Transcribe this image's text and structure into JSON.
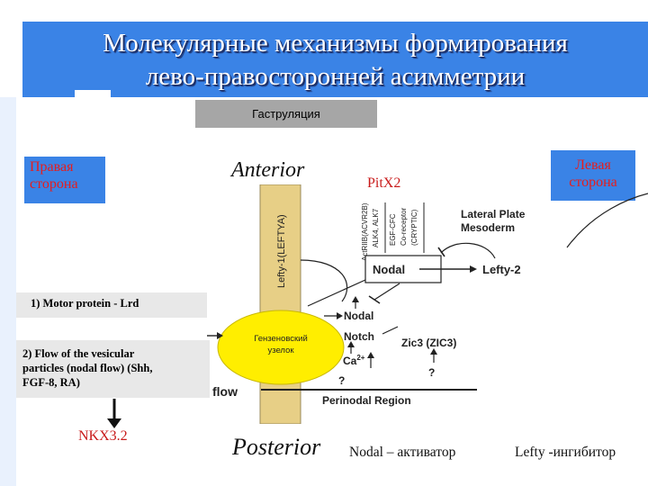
{
  "title": {
    "line1": "Молекулярные механизмы формирования",
    "line2": "лево-правосторонней асимметрии"
  },
  "gastrulation_label": "Гаструляция",
  "right_side_label": {
    "line1": "Правая",
    "line2": "сторона"
  },
  "left_side_label": {
    "line1": "Левая",
    "line2": "сторона"
  },
  "axis": {
    "anterior": "Anterior",
    "posterior": "Posterior"
  },
  "pitx2_label": "PitX2",
  "figure": {
    "rod_label": "Lefty-1(LEFTYA)",
    "node_label": {
      "line1": "Гензеновский",
      "line2": "узелок"
    },
    "receptor_labels": [
      "ActRIIB(ACVR2B)",
      "ALK4, ALK7",
      "EGF-CFC",
      "Co-receptor",
      "(CRYPTIC)"
    ],
    "lateral_plate": {
      "line1": "Lateral Plate",
      "line2": "Mesoderm"
    },
    "nodal_box": "Nodal",
    "lefty2": "Lefty-2",
    "nodal": "Nodal",
    "notch": "Notch",
    "zic3": "Zic3 (ZIC3)",
    "ca": "Ca",
    "ca_sup": "2+",
    "question_marks": [
      "?",
      "?"
    ],
    "flow": "flow",
    "perinodal": "Perinodal Region"
  },
  "mechanisms": {
    "item1": "1) Motor protein - Lrd",
    "item2_lines": [
      "2) Flow of the vesicular",
      "particles  (nodal flow) (Shh,",
      "FGF-8, RA)"
    ]
  },
  "nkx": "NKX3.2",
  "activator": "Nodal – активатор",
  "inhibitor": "Lefty -ингибитор",
  "colors": {
    "title_bg": "#3a83e6",
    "red_text": "#c81a1a",
    "rod_fill": "#e7cf86",
    "node_fill": "#ffee00",
    "gray_box": "#e8e8e8"
  }
}
